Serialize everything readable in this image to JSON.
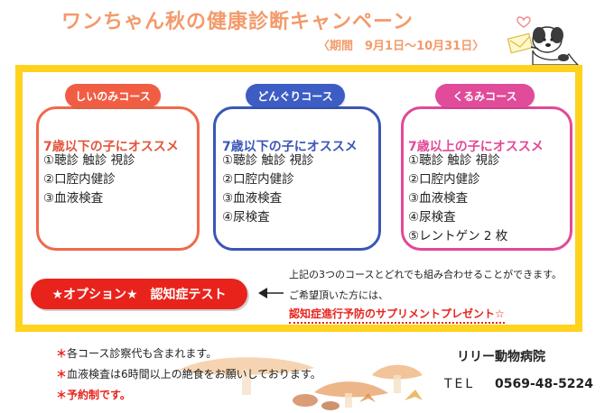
{
  "header": {
    "title": "ワンちゃん秋の健康診断キャンペーン",
    "period": "〈期間　9月1日〜10月31日〉"
  },
  "courses": [
    {
      "name": "しいのみコース",
      "target": "7歳以下の子にオススメ",
      "items": [
        "①聴診 触診 視診",
        "②口腔内健診",
        "③血液検査"
      ],
      "color": "#ef6a4b"
    },
    {
      "name": "どんぐりコース",
      "target": "7歳以下の子にオススメ",
      "items": [
        "①聴診 触診 視診",
        "②口腔内健診",
        "③血液検査",
        "④尿検査"
      ],
      "color": "#3a56b7"
    },
    {
      "name": "くるみコース",
      "target": "7歳以上の子にオススメ",
      "items": [
        "①聴診 触診 視診",
        "②口腔内健診",
        "③血液検査",
        "④尿検査",
        "⑤レントゲン 2 枚"
      ],
      "color": "#e24897"
    }
  ],
  "option": {
    "label": "★オプション★　認知症テスト",
    "notes": [
      "上記の3つのコースとどれでも組み合わせることができます。",
      "ご希望頂いた方には、",
      "認知症進行予防のサプリメントプレゼント☆"
    ]
  },
  "footer": {
    "notes": [
      "各コース診察代も含まれます。",
      "血液検査は6時間以上の絶食をお願いしております。",
      "予約制です。"
    ],
    "star": "＊",
    "clinic_name": "リリー動物病院",
    "tel_label": "TEL",
    "tel": "0569-48-5224"
  },
  "colors": {
    "frame": "#ffd21e",
    "title": "#f39a6b",
    "option": "#e8231c"
  },
  "icons": [
    "dog-with-letter-icon",
    "heart-icon",
    "autumn-leaves-mushrooms-icon",
    "arrow-left-icon"
  ]
}
